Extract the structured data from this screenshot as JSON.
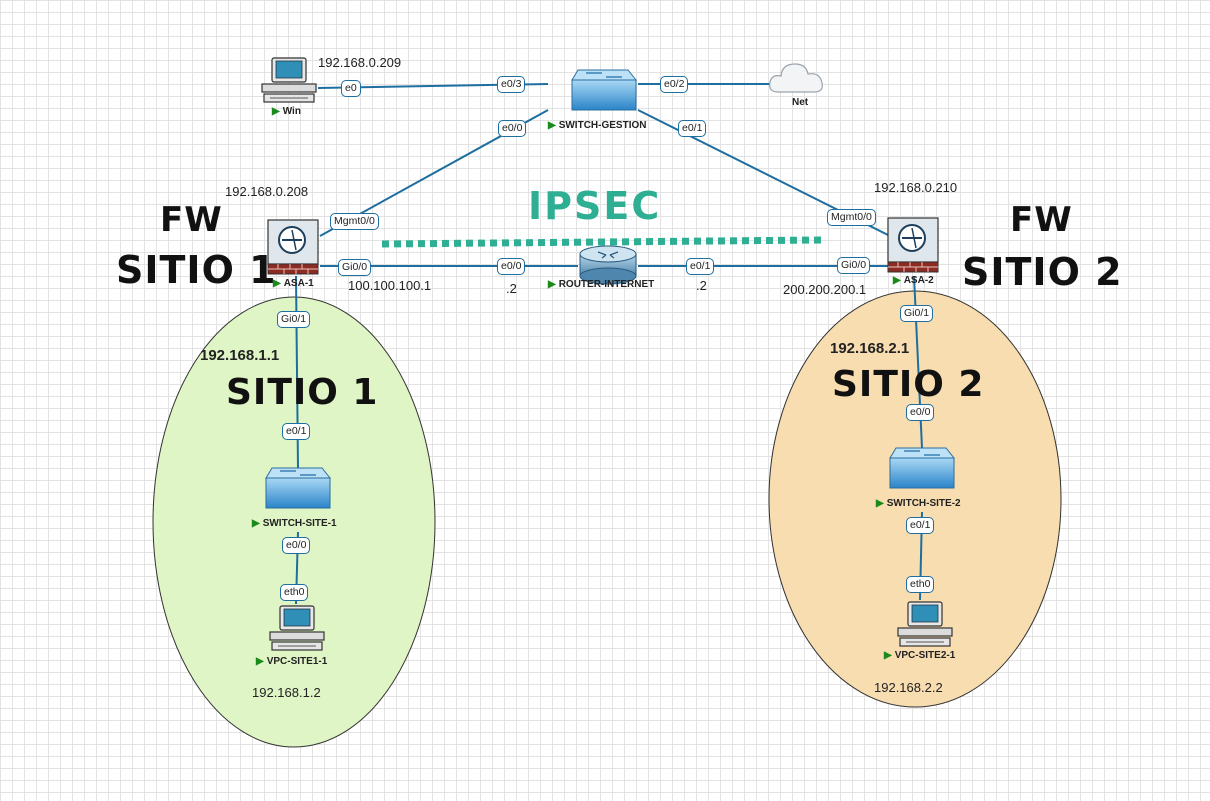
{
  "labels": {
    "fw_site1_a": "FW",
    "fw_site1_b": "SITIO 1",
    "fw_site2_a": "FW",
    "fw_site2_b": "SITIO 2",
    "ipsec": "IPSEC",
    "site1": "SITIO 1",
    "site2": "SITIO 2"
  },
  "nodes": {
    "win": "Win",
    "net": "Net",
    "switch_gestion": "SWITCH-GESTION",
    "asa1": "ASA-1",
    "asa2": "ASA-2",
    "router": "ROUTER-INTERNET",
    "switch_site1": "SWITCH-SITE-1",
    "switch_site2": "SWITCH-SITE-2",
    "vpc1": "VPC-SITE1-1",
    "vpc2": "VPC-SITE2-1"
  },
  "ips": {
    "win": "192.168.0.209",
    "asa1_mgmt": "192.168.0.208",
    "asa2_mgmt": "192.168.0.210",
    "asa1_out": "100.100.100.1",
    "router_left": ".2",
    "router_right": ".2",
    "asa2_out": "200.200.200.1",
    "asa1_in": "192.168.1.1",
    "asa2_in": "192.168.2.1",
    "vpc1": "192.168.1.2",
    "vpc2": "192.168.2.2"
  },
  "ports": {
    "win_e0": "e0",
    "sw_e03": "e0/3",
    "sw_e02": "e0/2",
    "sw_e00": "e0/0",
    "sw_e01": "e0/1",
    "asa1_mgmt": "Mgmt0/0",
    "asa2_mgmt": "Mgmt0/0",
    "asa1_gi00": "Gi0/0",
    "rtr_e00": "e0/0",
    "rtr_e01": "e0/1",
    "asa2_gi00": "Gi0/0",
    "asa1_gi01": "Gi0/1",
    "sws1_e01": "e0/1",
    "sws1_e00": "e0/0",
    "vpc1_eth0": "eth0",
    "asa2_gi01": "Gi0/1",
    "sws2_e00": "e0/0",
    "sws2_e01": "e0/1",
    "vpc2_eth0": "eth0"
  },
  "colors": {
    "link": "#1e6ea0",
    "ipsec": "#2eaf93",
    "site1_fill": "#dff5c5",
    "site2_fill": "#f8ddb0"
  }
}
